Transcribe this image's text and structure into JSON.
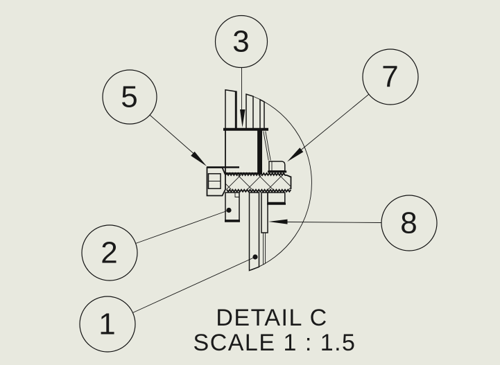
{
  "colors": {
    "background": "#e8e9df",
    "line_color": "#141414"
  },
  "detail_view": {
    "title": "DETAIL C",
    "scale_label": "SCALE 1 : 1.5"
  },
  "balloons": [
    {
      "id": "balloon-3",
      "label": "3"
    },
    {
      "id": "balloon-5",
      "label": "5"
    },
    {
      "id": "balloon-7",
      "label": "7"
    },
    {
      "id": "balloon-8",
      "label": "8"
    },
    {
      "id": "balloon-2",
      "label": "2"
    },
    {
      "id": "balloon-1",
      "label": "1"
    }
  ]
}
